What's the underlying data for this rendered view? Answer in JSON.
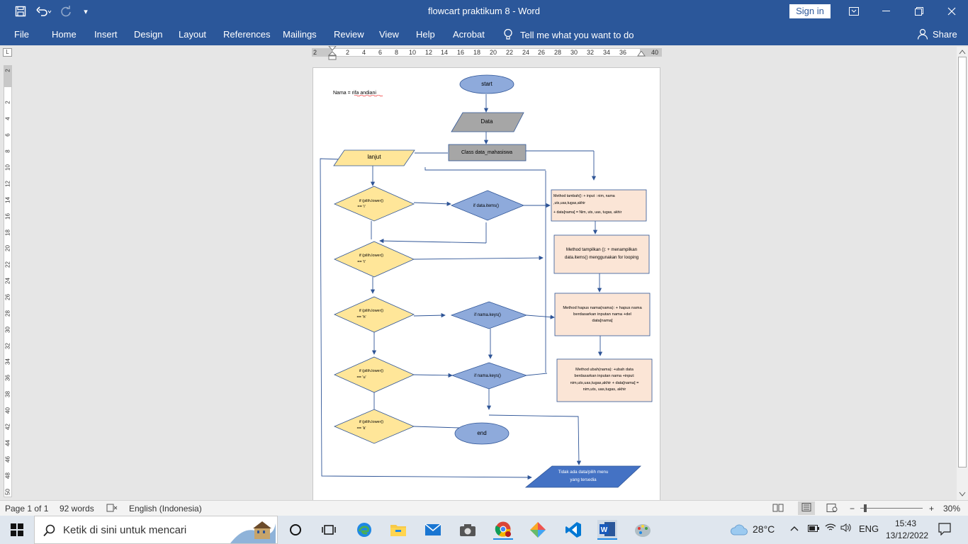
{
  "window": {
    "title": "flowcart praktikum 8  -  Word",
    "sign_in": "Sign in"
  },
  "ribbon": {
    "tabs": [
      "File",
      "Home",
      "Insert",
      "Design",
      "Layout",
      "References",
      "Mailings",
      "Review",
      "View",
      "Help",
      "Acrobat"
    ],
    "tell_me": "Tell me what you want to do",
    "share": "Share"
  },
  "ruler": {
    "h_numbers": [
      "2",
      "2",
      "4",
      "6",
      "8",
      "10",
      "12",
      "14",
      "16",
      "18",
      "20",
      "22",
      "24",
      "26",
      "28",
      "30",
      "32",
      "34",
      "36",
      "40"
    ],
    "v_numbers": [
      "2",
      "2",
      "4",
      "6",
      "8",
      "10",
      "12",
      "14",
      "16",
      "18",
      "20",
      "22",
      "24",
      "26",
      "28",
      "30",
      "32",
      "34",
      "36",
      "38",
      "40",
      "42",
      "44",
      "46",
      "48",
      "50"
    ]
  },
  "document": {
    "name_line": "Nama = rifa andiani",
    "flowchart": {
      "start": "start",
      "data": "Data",
      "class": "Class data_mahasiswa",
      "lanjut": "lanjut",
      "cond_i": [
        "if (pilih.lower()",
        "== 'i'"
      ],
      "cond_t": [
        "if (pilih.lower()",
        "== 't'"
      ],
      "cond_h": [
        "if (pilih.lower()",
        "== 'h'"
      ],
      "cond_u": [
        "if (pilih.lower()",
        "== 'u'"
      ],
      "cond_k": [
        "if (pilih.lower()",
        "== 'k'"
      ],
      "if_data": "if data.items()",
      "if_nama_h": "if nama.keys()",
      "if_nama_u": "if nama.keys()",
      "end": "end",
      "tidak_ada": [
        "Tidak ada data/pilih menu",
        "yang tersedia"
      ],
      "m_tambah": [
        "Method tambah(): + input : nim, nama",
        ",uts,uas,tugas,akhir",
        "+ data[nama] = Nim, uts, uas, tugas, akhir"
      ],
      "m_tampilkan": [
        "Method tampilkan (): + menampilkan",
        "data.items() menggunakan for looping"
      ],
      "m_hapus": [
        "Method hapus nama(nama): + hapus nama",
        "berdasarkan inputan nama +del",
        "data[nama]"
      ],
      "m_ubah": [
        "Method ubah(nama): +ubah data",
        "berdasarkan inputan nama +input:",
        "nim,uts,uas,tugas,akhir + data[nama] =",
        "nim,uts, uas,tugas, akhir"
      ]
    }
  },
  "status": {
    "page": "Page 1 of 1",
    "words": "92 words",
    "language": "English (Indonesia)",
    "zoom": "30%"
  },
  "taskbar": {
    "search_placeholder": "Ketik di sini untuk mencari",
    "weather": "28°C",
    "lang": "ENG",
    "time": "15:43",
    "date": "13/12/2022"
  },
  "colors": {
    "word_blue": "#2b579a",
    "terminal": "#8eaadb",
    "process_gray": "#a6a6a6",
    "decision_yellow": "#ffe699",
    "decision_blue": "#8eaadb",
    "method_peach": "#fbe5d6",
    "io_dark_blue": "#4472c4"
  }
}
